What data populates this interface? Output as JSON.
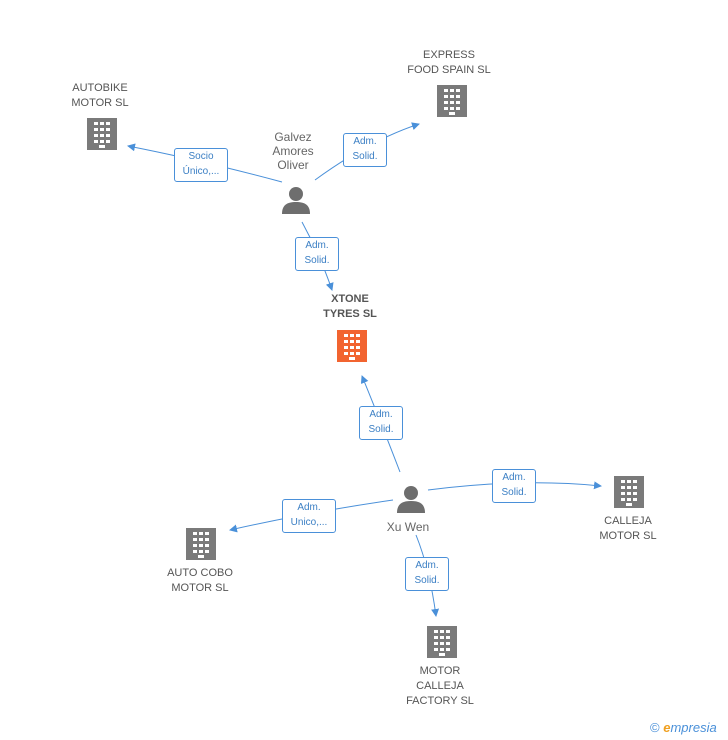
{
  "nodes": {
    "xtone": {
      "lines": [
        "XTONE",
        "TYRES SL"
      ]
    },
    "express": {
      "lines": [
        "EXPRESS",
        "FOOD SPAIN SL"
      ]
    },
    "autobike": {
      "lines": [
        "AUTOBIKE",
        "MOTOR SL"
      ]
    },
    "galvez": {
      "lines": [
        "Galvez",
        "Amores",
        "Oliver"
      ]
    },
    "xuwen": {
      "lines": [
        "Xu Wen"
      ]
    },
    "calleja": {
      "lines": [
        "CALLEJA",
        "MOTOR SL"
      ]
    },
    "autocobo": {
      "lines": [
        "AUTO COBO",
        "MOTOR SL"
      ]
    },
    "factory": {
      "lines": [
        "MOTOR",
        "CALLEJA",
        "FACTORY SL"
      ]
    }
  },
  "edges": {
    "galvez_autobike": [
      "Socio",
      "Único,..."
    ],
    "galvez_express": [
      "Adm.",
      "Solid."
    ],
    "galvez_xtone": [
      "Adm.",
      "Solid."
    ],
    "xuwen_xtone": [
      "Adm.",
      "Solid."
    ],
    "xuwen_calleja": [
      "Adm.",
      "Solid."
    ],
    "xuwen_autocobo": [
      "Adm.",
      "Unico,..."
    ],
    "xuwen_factory": [
      "Adm.",
      "Solid."
    ]
  },
  "footer": {
    "copyright": "©",
    "brand_e": "e",
    "brand_rest": "mpresia"
  },
  "colors": {
    "focus_building": "#f26430",
    "building": "#7a7a7a",
    "person": "#6e6e6e",
    "edge": "#4a90d9"
  },
  "icons": {
    "company": "building-icon",
    "person": "person-icon"
  }
}
